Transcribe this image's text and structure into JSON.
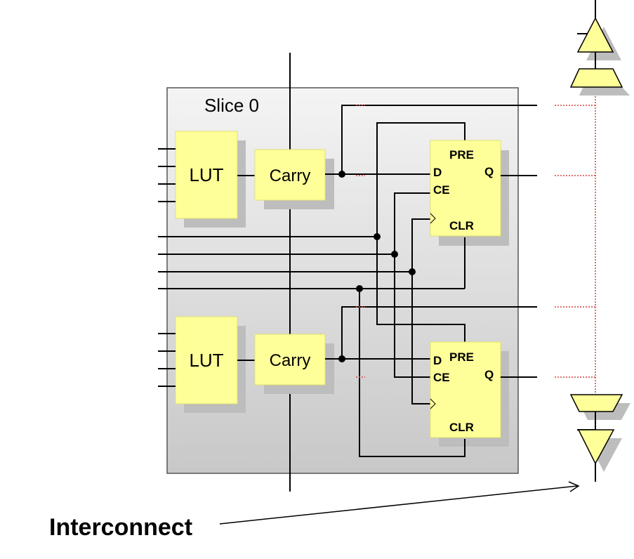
{
  "slice": {
    "label": "Slice 0"
  },
  "luts": [
    {
      "label": "LUT"
    },
    {
      "label": "LUT"
    }
  ],
  "carries": [
    {
      "label": "Carry"
    },
    {
      "label": "Carry"
    }
  ],
  "flipflops": [
    {
      "pre": "PRE",
      "d": "D",
      "q": "Q",
      "ce": "CE",
      "clr": "CLR"
    },
    {
      "pre": "PRE",
      "d": "D",
      "q": "Q",
      "ce": "CE",
      "clr": "CLR"
    }
  ],
  "interconnect": {
    "label": "Interconnect"
  },
  "colors": {
    "block_fill": "#ffff99",
    "slice_top": "#f4f4f4",
    "slice_bottom": "#c8c8c8",
    "interconnect_dots": "#d64040"
  }
}
